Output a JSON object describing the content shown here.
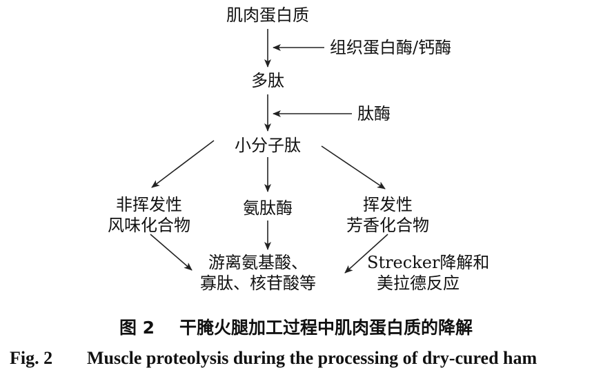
{
  "nodes": {
    "muscle_protein": "肌肉蛋白质",
    "enzyme1": "组织蛋白酶/钙酶",
    "polypeptide": "多肽",
    "enzyme2": "肽酶",
    "small_peptide": "小分子肽",
    "nonvolatile": [
      "非挥发性",
      "风味化合物"
    ],
    "aminopeptidase": "氨肽酶",
    "volatile": [
      "挥发性",
      "芳香化合物"
    ],
    "products": [
      "游离氨基酸、",
      "寡肽、核苷酸等"
    ],
    "strecker": [
      "Strecker降解和",
      "美拉德反应"
    ]
  },
  "caption": {
    "cn_number": "图 2",
    "cn_title": "干腌火腿加工过程中肌肉蛋白质的降解",
    "en_number": "Fig. 2",
    "en_title": "Muscle proteolysis during the processing of dry-cured ham"
  },
  "colors": {
    "text": "#111111",
    "line": "#222222",
    "background": "#ffffff"
  }
}
